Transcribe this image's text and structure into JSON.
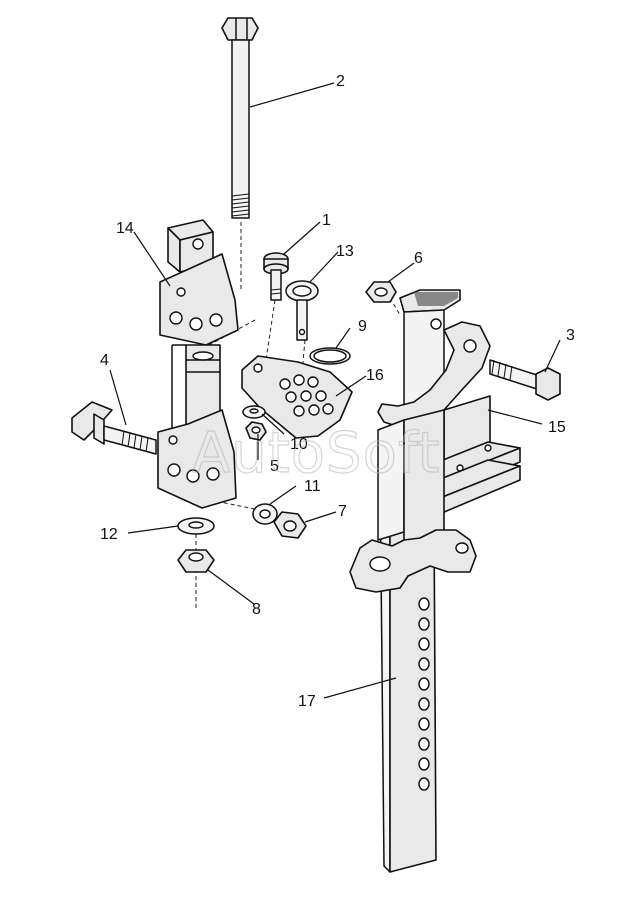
{
  "watermark": "AutoSoft",
  "callouts": {
    "c1": "1",
    "c2": "2",
    "c3": "3",
    "c4": "4",
    "c5": "5",
    "c6": "6",
    "c7": "7",
    "c8": "8",
    "c9": "9",
    "c10": "10",
    "c11": "11",
    "c12": "12",
    "c13": "13",
    "c14": "14",
    "c15": "15",
    "c16": "16",
    "c17": "17"
  }
}
